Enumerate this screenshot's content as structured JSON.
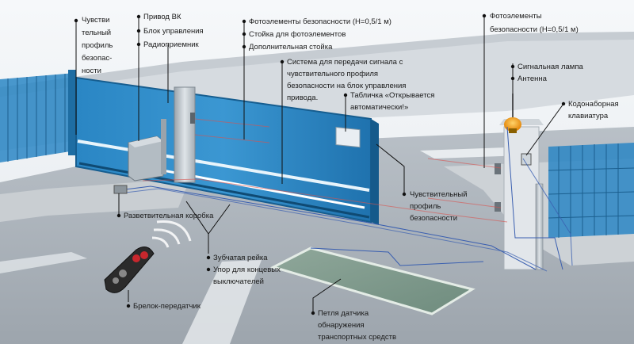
{
  "labels": {
    "sensitive_profile_top": [
      "Чувстви",
      "тельный",
      "профиль",
      "безопас-",
      "ности"
    ],
    "drive": [
      "Привод ВК",
      "Блок управления",
      "Радиоприемник"
    ],
    "photocells_gate": [
      "Фотоэлементы безопасности (Н=0,5/1 м)",
      "Стойка для фотоэлементов",
      "Дополнительная стойка"
    ],
    "signal_system": [
      "Система для передачи сигнала с",
      "чувствительного профиля",
      "безопасности на блок управления",
      "привода."
    ],
    "sign_plate": [
      "Табличка «Открывается",
      "автоматически!»"
    ],
    "photocells_right": [
      "Фотоэлементы",
      "безопасности (Н=0,5/1 м)"
    ],
    "signal_lamp": [
      "Сигнальная лампа",
      "Антенна"
    ],
    "keypad": [
      "Кодонаборная",
      "клавиатура"
    ],
    "sensitive_profile_right": [
      "Чувствительный",
      "профиль",
      "безопасности"
    ],
    "junction_box": [
      "Разветвительная коробка"
    ],
    "rack": [
      "Зубчатая рейка",
      "Упор для концевых",
      "выключателей"
    ],
    "remote": [
      "Брелок-передатчик"
    ],
    "loop": [
      "Петля датчика",
      "обнаружения",
      "транспортных средств"
    ]
  },
  "colors": {
    "gate": "#2a86c4",
    "lamp": "#f39a12",
    "wire_red": "#d9534f",
    "wire_blue": "#3a5fb0"
  }
}
